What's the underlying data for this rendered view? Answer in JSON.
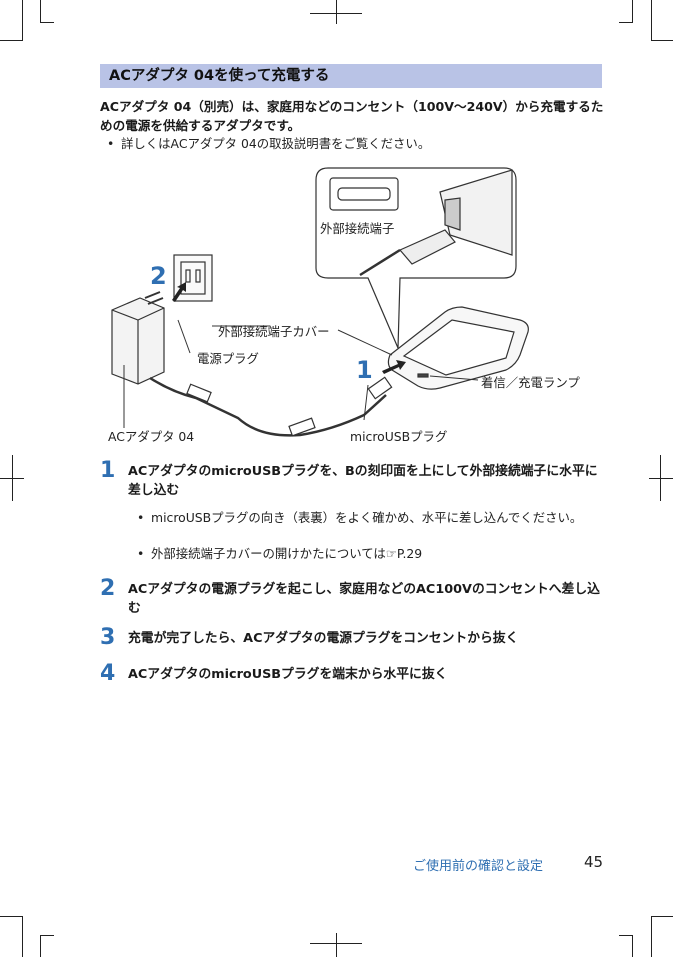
{
  "section_title": "ACアダプタ 04を使って充電する",
  "intro": "ACアダプタ 04（別売）は、家庭用などのコンセント（100V〜240V）から充電するための電源を供給するアダプタです。",
  "intro_bullet": "詳しくはACアダプタ 04の取扱説明書をご覧ください。",
  "bullet_symbol": "•",
  "figure": {
    "label_connector": "外部接続端子",
    "label_connector_cover": "外部接続端子カバー",
    "label_power_plug": "電源プラグ",
    "label_led": "着信／充電ランプ",
    "label_adapter": "ACアダプタ 04",
    "label_micro_usb": "microUSBプラグ",
    "marker_1": "1",
    "marker_2": "2",
    "colors": {
      "accent": "#2f6fb2",
      "header_bg": "#b9c3e6"
    }
  },
  "steps": [
    {
      "number": "1",
      "text": "ACアダプタのmicroUSBプラグを、Bの刻印面を上にして外部接続端子に水平に差し込む",
      "notes": [
        "microUSBプラグの向き（表裏）をよく確かめ、水平に差し込んでください。",
        "外部接続端子カバーの開けかたについては☞P.29"
      ]
    },
    {
      "number": "2",
      "text": "ACアダプタの電源プラグを起こし、家庭用などのAC100Vのコンセントへ差し込む"
    },
    {
      "number": "3",
      "text": "充電が完了したら、ACアダプタの電源プラグをコンセントから抜く"
    },
    {
      "number": "4",
      "text": "ACアダプタのmicroUSBプラグを端末から水平に抜く"
    }
  ],
  "footer": {
    "title": "ご使用前の確認と設定",
    "page": "45"
  }
}
